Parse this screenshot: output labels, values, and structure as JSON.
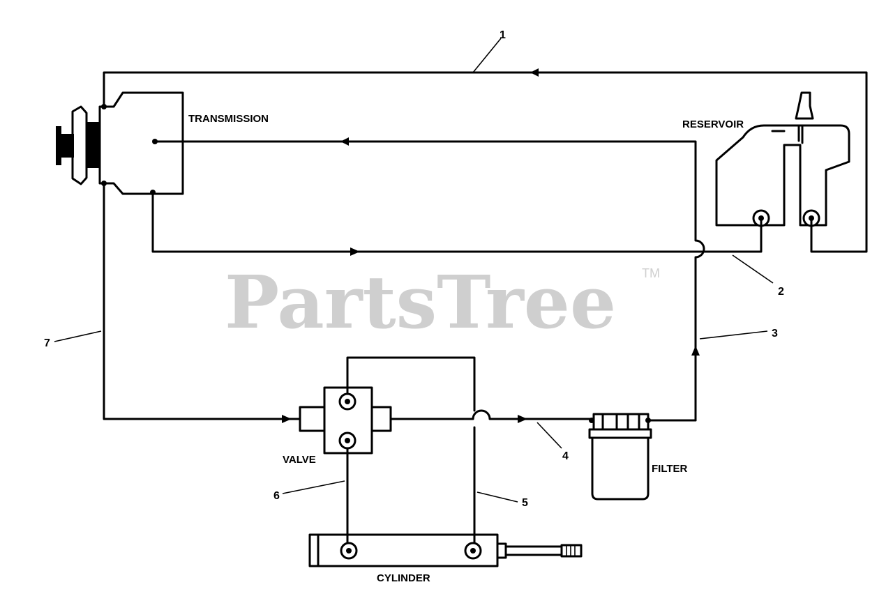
{
  "watermark": {
    "text": "PartsTree",
    "trademark": "TM"
  },
  "components": {
    "transmission": "TRANSMISSION",
    "reservoir": "RESERVOIR",
    "valve": "VALVE",
    "filter": "FILTER",
    "cylinder": "CYLINDER"
  },
  "callouts": [
    "1",
    "2",
    "3",
    "4",
    "5",
    "6",
    "7"
  ]
}
